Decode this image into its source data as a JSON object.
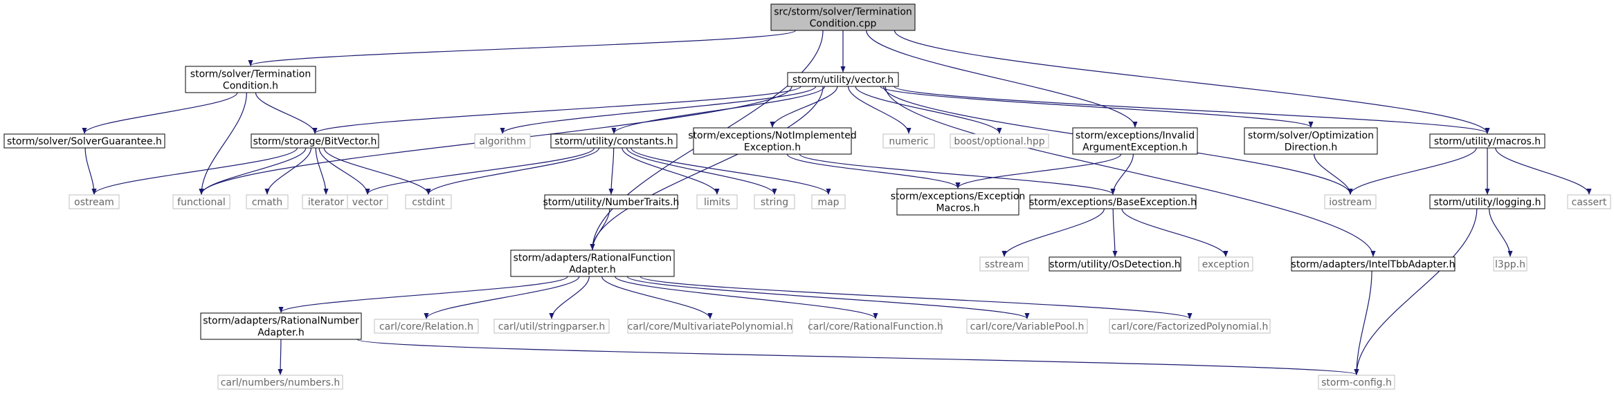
{
  "colors": {
    "edge": "#191970",
    "root_fill": "#bfbfbf",
    "node_border": "#000000",
    "external_border": "#bfbfbf",
    "external_text": "#666666",
    "text": "#000000"
  },
  "nodes": {
    "root": {
      "lines": [
        "src/storm/solver/Termination",
        "Condition.cpp"
      ],
      "kind": "root"
    },
    "termcond": {
      "lines": [
        "storm/solver/Termination",
        "Condition.h"
      ],
      "kind": "internal"
    },
    "vector": {
      "lines": [
        "storm/utility/vector.h"
      ],
      "kind": "internal"
    },
    "solverguarantee": {
      "lines": [
        "storm/solver/SolverGuarantee.h"
      ],
      "kind": "internal"
    },
    "bitvector": {
      "lines": [
        "storm/storage/BitVector.h"
      ],
      "kind": "internal"
    },
    "algorithm": {
      "lines": [
        "algorithm"
      ],
      "kind": "external"
    },
    "constants": {
      "lines": [
        "storm/utility/constants.h"
      ],
      "kind": "internal"
    },
    "notimpl": {
      "lines": [
        "storm/exceptions/NotImplemented",
        "Exception.h"
      ],
      "kind": "internal"
    },
    "numeric": {
      "lines": [
        "numeric"
      ],
      "kind": "external"
    },
    "boostopt": {
      "lines": [
        "boost/optional.hpp"
      ],
      "kind": "external"
    },
    "invalidarg": {
      "lines": [
        "storm/exceptions/Invalid",
        "ArgumentException.h"
      ],
      "kind": "internal"
    },
    "optdir": {
      "lines": [
        "storm/solver/Optimization",
        "Direction.h"
      ],
      "kind": "internal"
    },
    "macros": {
      "lines": [
        "storm/utility/macros.h"
      ],
      "kind": "internal"
    },
    "ostream": {
      "lines": [
        "ostream"
      ],
      "kind": "external"
    },
    "functional": {
      "lines": [
        "functional"
      ],
      "kind": "external"
    },
    "cmath": {
      "lines": [
        "cmath"
      ],
      "kind": "external"
    },
    "iterator": {
      "lines": [
        "iterator"
      ],
      "kind": "external"
    },
    "vectorstd": {
      "lines": [
        "vector"
      ],
      "kind": "external"
    },
    "cstdint": {
      "lines": [
        "cstdint"
      ],
      "kind": "external"
    },
    "numbertraits": {
      "lines": [
        "storm/utility/NumberTraits.h"
      ],
      "kind": "internal"
    },
    "limits": {
      "lines": [
        "limits"
      ],
      "kind": "external"
    },
    "string": {
      "lines": [
        "string"
      ],
      "kind": "external"
    },
    "map": {
      "lines": [
        "map"
      ],
      "kind": "external"
    },
    "excmacros": {
      "lines": [
        "storm/exceptions/Exception",
        "Macros.h"
      ],
      "kind": "internal"
    },
    "baseexc": {
      "lines": [
        "storm/exceptions/BaseException.h"
      ],
      "kind": "internal"
    },
    "iostream": {
      "lines": [
        "iostream"
      ],
      "kind": "external"
    },
    "logging": {
      "lines": [
        "storm/utility/logging.h"
      ],
      "kind": "internal"
    },
    "cassert": {
      "lines": [
        "cassert"
      ],
      "kind": "external"
    },
    "ratfuncadapter": {
      "lines": [
        "storm/adapters/RationalFunction",
        "Adapter.h"
      ],
      "kind": "internal"
    },
    "sstream": {
      "lines": [
        "sstream"
      ],
      "kind": "external"
    },
    "osdetection": {
      "lines": [
        "storm/utility/OsDetection.h"
      ],
      "kind": "internal"
    },
    "exception": {
      "lines": [
        "exception"
      ],
      "kind": "external"
    },
    "inteltbb": {
      "lines": [
        "storm/adapters/IntelTbbAdapter.h"
      ],
      "kind": "internal"
    },
    "l3pp": {
      "lines": [
        "l3pp.h"
      ],
      "kind": "external"
    },
    "ratnumadapter": {
      "lines": [
        "storm/adapters/RationalNumber",
        "Adapter.h"
      ],
      "kind": "internal"
    },
    "relation": {
      "lines": [
        "carl/core/Relation.h"
      ],
      "kind": "external"
    },
    "stringparser": {
      "lines": [
        "carl/util/stringparser.h"
      ],
      "kind": "external"
    },
    "multivar": {
      "lines": [
        "carl/core/MultivariatePolynomial.h"
      ],
      "kind": "external"
    },
    "ratfunc": {
      "lines": [
        "carl/core/RationalFunction.h"
      ],
      "kind": "external"
    },
    "varpool": {
      "lines": [
        "carl/core/VariablePool.h"
      ],
      "kind": "external"
    },
    "factpoly": {
      "lines": [
        "carl/core/FactorizedPolynomial.h"
      ],
      "kind": "external"
    },
    "numbers": {
      "lines": [
        "carl/numbers/numbers.h"
      ],
      "kind": "external"
    },
    "stormconfig": {
      "lines": [
        "storm-config.h"
      ],
      "kind": "external"
    }
  },
  "edges": [
    [
      "root",
      "termcond"
    ],
    [
      "root",
      "vector"
    ],
    [
      "root",
      "ratfuncadapter"
    ],
    [
      "root",
      "invalidarg"
    ],
    [
      "root",
      "macros"
    ],
    [
      "termcond",
      "solverguarantee"
    ],
    [
      "termcond",
      "bitvector"
    ],
    [
      "termcond",
      "functional"
    ],
    [
      "solverguarantee",
      "ostream"
    ],
    [
      "vector",
      "bitvector"
    ],
    [
      "vector",
      "algorithm"
    ],
    [
      "vector",
      "constants"
    ],
    [
      "vector",
      "notimpl"
    ],
    [
      "vector",
      "numeric"
    ],
    [
      "vector",
      "boostopt"
    ],
    [
      "vector",
      "optdir"
    ],
    [
      "vector",
      "macros"
    ],
    [
      "vector",
      "functional"
    ],
    [
      "vector",
      "iostream"
    ],
    [
      "vector",
      "inteltbb"
    ],
    [
      "vector",
      "ratfuncadapter"
    ],
    [
      "bitvector",
      "ostream"
    ],
    [
      "bitvector",
      "functional"
    ],
    [
      "bitvector",
      "cmath"
    ],
    [
      "bitvector",
      "iterator"
    ],
    [
      "bitvector",
      "vectorstd"
    ],
    [
      "bitvector",
      "cstdint"
    ],
    [
      "constants",
      "vectorstd"
    ],
    [
      "constants",
      "cstdint"
    ],
    [
      "constants",
      "numbertraits"
    ],
    [
      "constants",
      "limits"
    ],
    [
      "constants",
      "string"
    ],
    [
      "constants",
      "map"
    ],
    [
      "numbertraits",
      "ratfuncadapter"
    ],
    [
      "notimpl",
      "excmacros"
    ],
    [
      "notimpl",
      "baseexc"
    ],
    [
      "invalidarg",
      "excmacros"
    ],
    [
      "invalidarg",
      "baseexc"
    ],
    [
      "optdir",
      "iostream"
    ],
    [
      "macros",
      "iostream"
    ],
    [
      "macros",
      "logging"
    ],
    [
      "macros",
      "cassert"
    ],
    [
      "baseexc",
      "sstream"
    ],
    [
      "baseexc",
      "osdetection"
    ],
    [
      "baseexc",
      "exception"
    ],
    [
      "logging",
      "l3pp"
    ],
    [
      "logging",
      "stormconfig"
    ],
    [
      "inteltbb",
      "stormconfig"
    ],
    [
      "ratfuncadapter",
      "ratnumadapter"
    ],
    [
      "ratfuncadapter",
      "relation"
    ],
    [
      "ratfuncadapter",
      "stringparser"
    ],
    [
      "ratfuncadapter",
      "multivar"
    ],
    [
      "ratfuncadapter",
      "ratfunc"
    ],
    [
      "ratfuncadapter",
      "varpool"
    ],
    [
      "ratfuncadapter",
      "factpoly"
    ],
    [
      "ratnumadapter",
      "numbers"
    ],
    [
      "ratnumadapter",
      "stormconfig"
    ]
  ]
}
